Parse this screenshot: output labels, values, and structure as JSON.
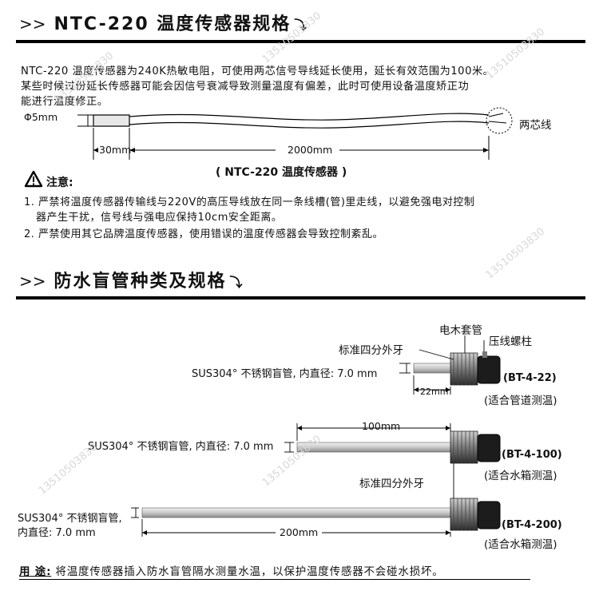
{
  "section1": {
    "chevron": ">>",
    "title": "NTC-220 温度传感器规格",
    "corner": "⤵"
  },
  "intro": {
    "line1": "NTC-220 温度传感器为240K热敏电阻，可使用两芯信号导线延长使用，延长有效范围为100米。",
    "line2": "某些时候过份延长传感器可能会因信号衰减导致测量温度有偏差，此时可使用设备温度矫正功",
    "line3": "能进行温度修正。"
  },
  "sensor_diagram": {
    "diameter_label": "Φ5mm",
    "probe_length": "30mm",
    "cable_length": "2000mm",
    "wire_label": "两芯线",
    "caption": "( NTC-220 温度传感器 )"
  },
  "notes": {
    "heading": "注意:",
    "item1_line1": "1. 严禁将温度传感器传输线与220V的高压导线放在同一条线槽(管)里走线，以避免强电对控制",
    "item1_line2": "器产生干扰，信号线与强电应保持10cm安全距离。",
    "item2": "2. 严禁使用其它品牌温度传感器，使用错误的温度传感器会导致控制紊乱。"
  },
  "section2": {
    "chevron": ">>",
    "title": "防水盲管种类及规格",
    "corner": "⤵"
  },
  "tubes_diagram": {
    "sleeve_label": "电木套管",
    "terminal_label": "压线螺柱",
    "thread_label_top": "标准四分外牙",
    "thread_label_mid": "标准四分外牙",
    "tube1": {
      "desc": "SUS304° 不锈钢盲管, 内直径: 7.0 mm",
      "length": "22mm",
      "model": "(BT-4-22)",
      "use": "(适合管道测温)"
    },
    "tube2": {
      "desc": "SUS304° 不锈钢盲管, 内直径: 7.0 mm",
      "length": "100mm",
      "model": "(BT-4-100)",
      "use": "(适合水箱测温)"
    },
    "tube3": {
      "desc_line1": "SUS304° 不锈钢盲管,",
      "desc_line2": "内直径: 7.0 mm",
      "length": "200mm",
      "model": "(BT-4-200)",
      "use": "(适合水箱测温)"
    }
  },
  "usage": {
    "label": "用 途:",
    "text": "将温度传感器插入防水盲管隔水测量水温，以保护温度传感器不会碰水损坏。"
  },
  "watermark": "13510503830",
  "colors": {
    "rule": "#000000",
    "watermark": "#d8d8d8",
    "tube": "#c8c8c8"
  }
}
